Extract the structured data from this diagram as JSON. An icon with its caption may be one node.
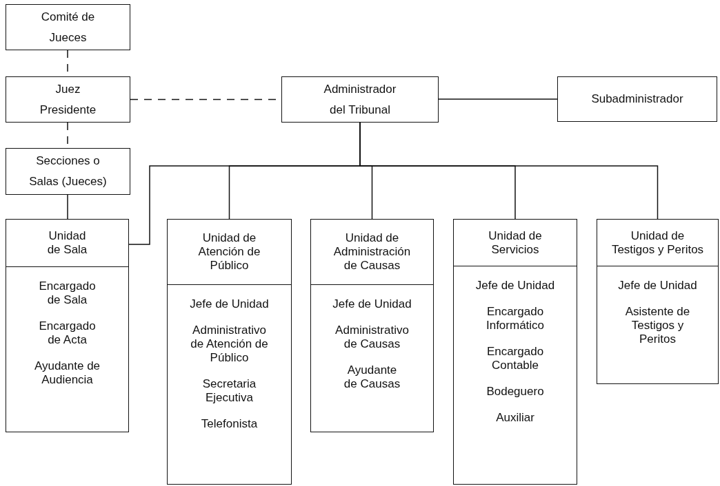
{
  "diagram": {
    "nodes": [
      {
        "text": [
          "Comité de Jueces"
        ]
      },
      {
        "text": [
          "Juez Presidente"
        ]
      },
      {
        "text": [
          "Administrador del Tribunal"
        ]
      },
      {
        "text": [
          "Subadministrador"
        ]
      },
      {
        "text": [
          "Secciones o Salas (Jueces)"
        ]
      },
      {
        "text": [
          "Unidad de Sala",
          "Encargado de Sala",
          "Encargado de Acta",
          "Ayudante de Audiencia"
        ]
      },
      {
        "text": [
          "Unidad de Atención de Público",
          "Jefe de Unidad",
          "Administrativo de Atención de Público",
          "Secretaria Ejecutiva",
          "Telefonista"
        ]
      },
      {
        "text": [
          "Unidad de Administración de Causas",
          "Jefe de Unidad",
          "Administrativo de Causas",
          "Ayudante de Causas"
        ]
      },
      {
        "text": [
          "Unidad de Servicios",
          "Jefe de Unidad",
          "Encargado Informático",
          "Encargado Contable",
          "Bodeguero",
          "Auxiliar"
        ]
      },
      {
        "text": [
          "Unidad de Testigos y Peritos",
          "Jefe de Unidad",
          "Asistente de Testigos y Peritos"
        ]
      }
    ],
    "edges": [
      {
        "from": 0,
        "to": 1,
        "arrow": "none",
        "style": "dashed"
      },
      {
        "from": 1,
        "to": 2,
        "arrow": "none",
        "style": "dashed"
      },
      {
        "from": 1,
        "to": 4,
        "arrow": "none",
        "style": "dashed"
      },
      {
        "from": 2,
        "to": 3,
        "arrow": "none"
      },
      {
        "from": 4,
        "to": 5,
        "arrow": "none"
      },
      {
        "from": 2,
        "to": 5,
        "arrow": "none"
      },
      {
        "from": 2,
        "to": 6,
        "arrow": "none"
      },
      {
        "from": 2,
        "to": 7,
        "arrow": "none"
      },
      {
        "from": 2,
        "to": 8,
        "arrow": "none"
      },
      {
        "from": 2,
        "to": 9,
        "arrow": "none"
      }
    ]
  }
}
